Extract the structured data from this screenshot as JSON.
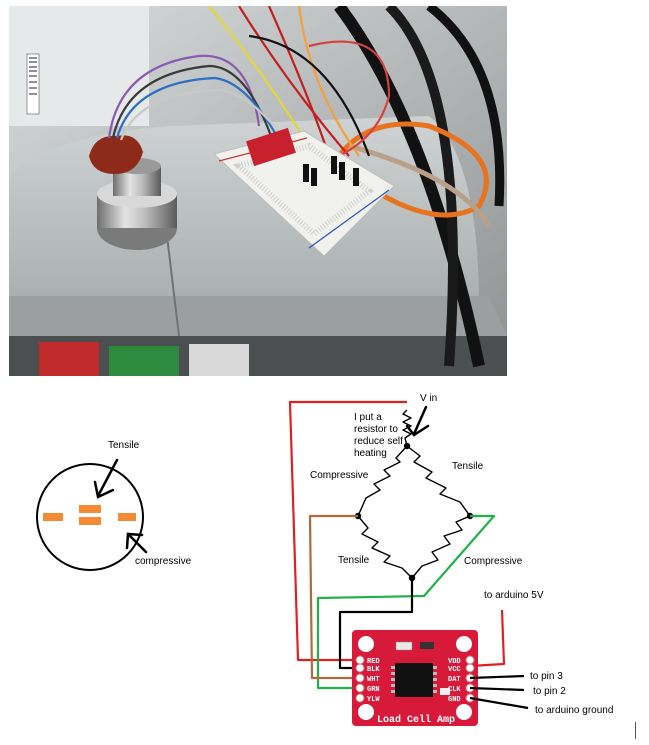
{
  "labels": {
    "v_in": "V in",
    "resistor_note": "I put a resistor to reduce self heating",
    "compressive_top_left": "Compressive",
    "tensile_top_right": "Tensile",
    "tensile_bottom_left": "Tensile",
    "compressive_bottom_right": "Compressive",
    "to_arduino_5v": "to arduino 5V",
    "to_pin_3": "to pin 3",
    "to_pin_2": "to pin 2",
    "to_arduino_ground": "to arduino ground",
    "gauge_tensile": "Tensile",
    "gauge_compressive": "compressive"
  },
  "board": {
    "title": "Load Cell Amp",
    "left_pins": [
      "RED",
      "BLK",
      "WHT",
      "GRN",
      "YLW"
    ],
    "right_pins": [
      "VDD",
      "VCC",
      "DAT",
      "CLK",
      "GND"
    ]
  },
  "colors": {
    "red_wire": "#e02020",
    "green_wire": "#22b04a",
    "brown_wire": "#b06a3a",
    "black_wire": "#000000",
    "board_red": "#d71a3a",
    "gauge_orange": "#f58a35",
    "orange_cable": "#e8731f"
  }
}
